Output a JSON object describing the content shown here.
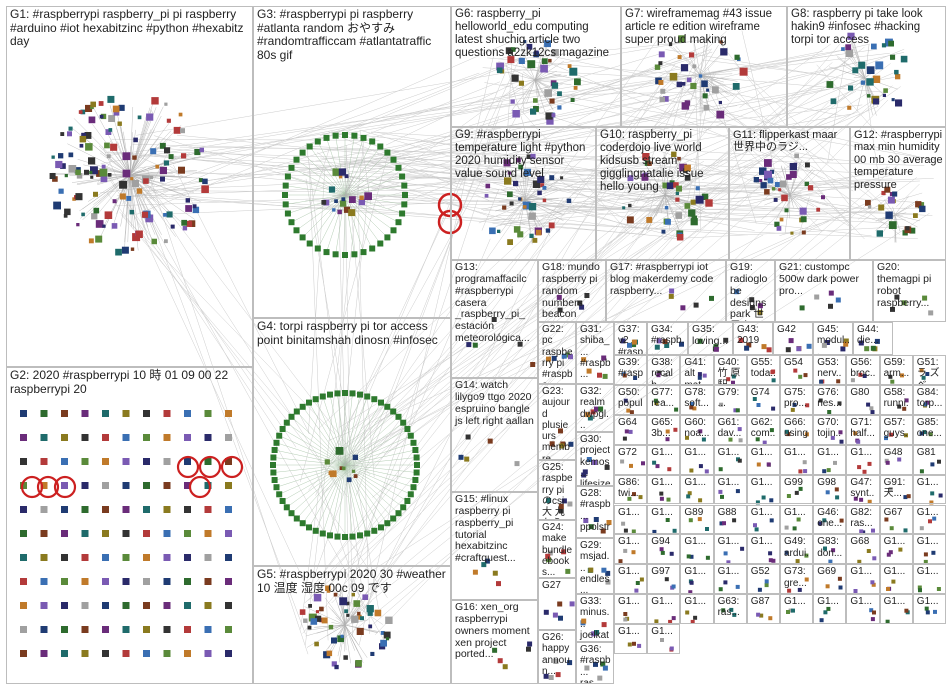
{
  "groups": [
    {
      "id": "G1",
      "text": "G1: #raspberrypi raspberry_pi pi raspberry #arduino #iot hexabitzinc #python #hexabitz day"
    },
    {
      "id": "G2",
      "text": "G2: 2020 #raspberrypi 10 時 01 09 00 22 raspberrypi 20"
    },
    {
      "id": "G3",
      "text": "G3: #raspberrypi pi raspberry #atlanta random おやすみ #randomtrafficcam #atlantatraffic 80s gif"
    },
    {
      "id": "G4",
      "text": "G4: torpi raspberry pi tor access point binitamshah dinosn #infosec"
    },
    {
      "id": "G5",
      "text": "G5: #raspberrypi 2020 30 #weather 10 温度 湿度 00c 09 です"
    },
    {
      "id": "G6",
      "text": "G6: raspberry_pi helloworld_edu computing latest shuchig article two questions a2zk12cs magazine"
    },
    {
      "id": "G7",
      "text": "G7: wireframemag #43 issue article re edition wireframe super proud making"
    },
    {
      "id": "G8",
      "text": "G8: raspberry pi take look hakin9 #infosec #hacking torpi tor access"
    },
    {
      "id": "G9",
      "text": "G9: #raspberrypi temperature light #python 2020 humidity sensor value sound level"
    },
    {
      "id": "G10",
      "text": "G10: raspberry_pi coderdojo live world kidsusb stream gigglingnatalie issue hello young"
    },
    {
      "id": "G11",
      "text": "G11: flipperkast maar 世界中のラジ..."
    },
    {
      "id": "G12",
      "text": "G12: #raspberrypi max min humidity 00 mb 30 average temperature pressure"
    },
    {
      "id": "G13",
      "text": "G13: programaffacilc #raspberrypi casera _raspberry_pi_ estación meteorológica..."
    },
    {
      "id": "G14",
      "text": "G14: watch lilygo9 ttgo 2020 espruino bangle js left right aallan"
    },
    {
      "id": "G15",
      "text": "G15: #linux raspberry pi raspberry_pi tutorial hexabitzinc #craftquest..."
    },
    {
      "id": "G16",
      "text": "G16: xen_org raspberrypi owners moment xen project ported..."
    },
    {
      "id": "G17",
      "text": "G17: #raspberrypi iot blog makerdemy code raspberry..."
    },
    {
      "id": "G18",
      "text": "G18: mundo raspberry pi random numbers beacon baliza..."
    },
    {
      "id": "G19",
      "text": "G19: radioglobe designspark 世界中のラジ..."
    },
    {
      "id": "G20",
      "text": "G20: themagpi pi robot raspberry..."
    },
    {
      "id": "G21",
      "text": "G21: custompc 500w dark power pro..."
    },
    {
      "id": "G22",
      "text": "G22: pc raspberry pi #raspbe #pi4..."
    },
    {
      "id": "G23",
      "text": "G23: aujourd plusieurs membre..."
    },
    {
      "id": "G24",
      "text": "G24: make bundle ebooks..."
    },
    {
      "id": "G25",
      "text": "G25: raspberry piのcsi大 九から..."
    },
    {
      "id": "G26",
      "text": "G26: happy announ..."
    },
    {
      "id": "G27",
      "text": "G27"
    },
    {
      "id": "G28",
      "text": "G28: #raspb... ppolstr..."
    },
    {
      "id": "G29",
      "text": "G29: msjad... endles..."
    },
    {
      "id": "G30",
      "text": "G30: project kemos... lifesize..."
    },
    {
      "id": "G31",
      "text": "G31: shiba_... #raspb..."
    },
    {
      "id": "G32",
      "text": "G32: realm dwpgl..."
    },
    {
      "id": "G33",
      "text": "G33: minus... joelkat..."
    },
    {
      "id": "G34",
      "text": "G34: #raspb..."
    },
    {
      "id": "G35",
      "text": "G35: loving..."
    },
    {
      "id": "G36",
      "text": "G36: #raspb... ras..."
    },
    {
      "id": "G37",
      "text": "G37: v2 #raspitv..."
    },
    {
      "id": "G38",
      "text": "G38: recalb..."
    },
    {
      "id": "G39",
      "text": "G39: #rasp..."
    },
    {
      "id": "G40",
      "text": "G40: 竹 原駅..."
    },
    {
      "id": "G41",
      "text": "G41: alt mat..."
    },
    {
      "id": "G42",
      "text": "G42"
    },
    {
      "id": "G43",
      "text": "G43: 2019"
    },
    {
      "id": "G44",
      "text": "G44: die..."
    },
    {
      "id": "G45",
      "text": "G45: modul..."
    },
    {
      "id": "G46",
      "text": "G46: one..."
    },
    {
      "id": "G47",
      "text": "G47: synt..."
    },
    {
      "id": "G48",
      "text": "G48"
    },
    {
      "id": "G49",
      "text": "G49: ardui..."
    },
    {
      "id": "G50",
      "text": "G50: popul..."
    },
    {
      "id": "G51",
      "text": "G51: ラ ズベ..."
    },
    {
      "id": "G52",
      "text": "G52"
    },
    {
      "id": "G53",
      "text": "G53: nerv..."
    },
    {
      "id": "G54",
      "text": "G54"
    },
    {
      "id": "G55",
      "text": "G55: toda..."
    },
    {
      "id": "G56",
      "text": "G56: broc..."
    },
    {
      "id": "G57",
      "text": "G57: guys..."
    },
    {
      "id": "G58",
      "text": "G58: runni..."
    },
    {
      "id": "G59",
      "text": "G59: arm..."
    },
    {
      "id": "G60",
      "text": "G60: noa..."
    },
    {
      "id": "G61",
      "text": "G61: dav..."
    },
    {
      "id": "G62",
      "text": "G62: com..."
    },
    {
      "id": "G63",
      "text": "G63: ras..."
    },
    {
      "id": "G64",
      "text": "G64"
    },
    {
      "id": "G65",
      "text": "G65: 3b..."
    },
    {
      "id": "G66",
      "text": "G66: using"
    },
    {
      "id": "G67",
      "text": "G67"
    },
    {
      "id": "G68",
      "text": "G68"
    },
    {
      "id": "G69",
      "text": "G69"
    },
    {
      "id": "G70",
      "text": "G70: tojin..."
    },
    {
      "id": "G71",
      "text": "G71: half..."
    },
    {
      "id": "G72",
      "text": "G72"
    },
    {
      "id": "G73",
      "text": "G73: gre..."
    },
    {
      "id": "G74",
      "text": "G74"
    },
    {
      "id": "G75",
      "text": "G75: pro..."
    },
    {
      "id": "G76",
      "text": "G76: nes..."
    },
    {
      "id": "G77",
      "text": "G77: rea..."
    },
    {
      "id": "G78",
      "text": "G78: soft..."
    },
    {
      "id": "G79",
      "text": "G79: ..."
    },
    {
      "id": "G80",
      "text": "G80"
    },
    {
      "id": "G81",
      "text": "G81"
    },
    {
      "id": "G82",
      "text": "G82: ras..."
    },
    {
      "id": "G83",
      "text": "G83: don..."
    },
    {
      "id": "G84",
      "text": "G84: torp..."
    },
    {
      "id": "G85",
      "text": "G85: one..."
    },
    {
      "id": "G86",
      "text": "G86: twi..."
    },
    {
      "id": "G87",
      "text": "G87"
    },
    {
      "id": "G88",
      "text": "G88"
    },
    {
      "id": "G89",
      "text": "G89"
    },
    {
      "id": "G91",
      "text": "G91: 天..."
    },
    {
      "id": "G94",
      "text": "G94"
    },
    {
      "id": "G97",
      "text": "G97"
    },
    {
      "id": "G98",
      "text": "G98"
    },
    {
      "id": "G99",
      "text": "G99"
    },
    {
      "id": "G1x",
      "text": "G1..."
    }
  ]
}
